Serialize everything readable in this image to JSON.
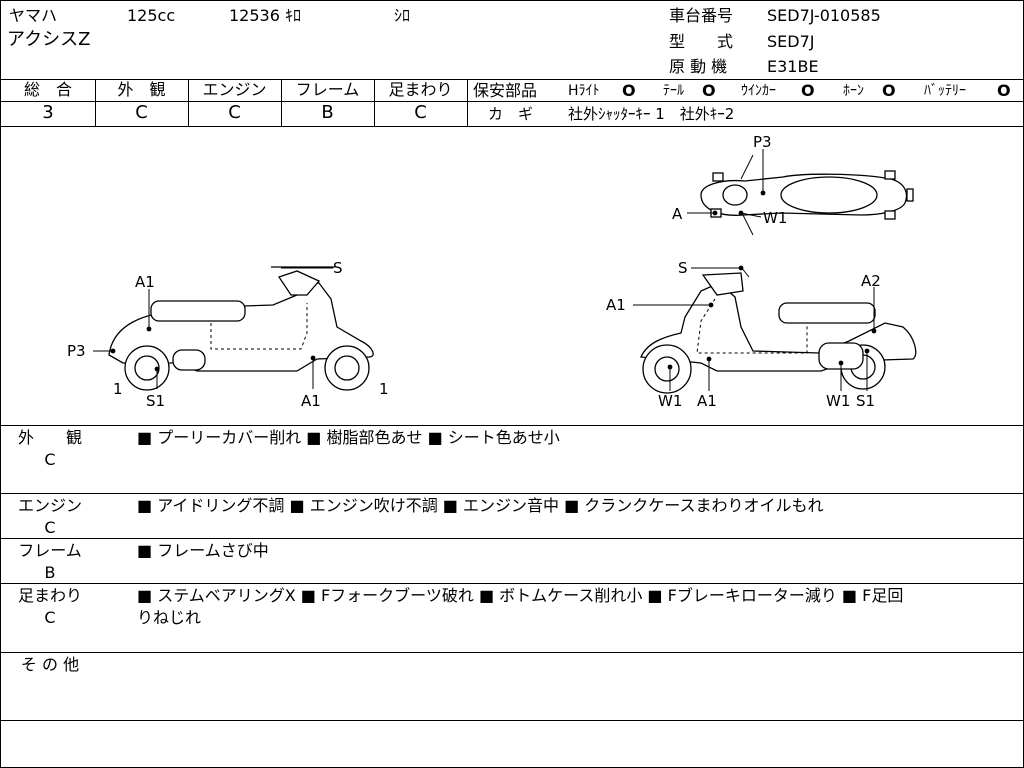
{
  "header": {
    "maker": "ヤマハ",
    "displacement": "125cc",
    "mileage": "12536 ｷﾛ",
    "color": "ｼﾛ",
    "model_name": "アクシスZ",
    "frame_label": "車台番号",
    "frame_value": "SED7J-010585",
    "type_label": "型　　式",
    "type_value": "SED7J",
    "engine_label": "原 動 機",
    "engine_value": "E31BE"
  },
  "grades": {
    "headers": [
      "総　合",
      "外　観",
      "エンジン",
      "フレーム",
      "足まわり"
    ],
    "values": [
      "3",
      "C",
      "C",
      "B",
      "C"
    ]
  },
  "safety": {
    "label": "保安部品",
    "items": [
      {
        "name": "Hﾗｲﾄ",
        "mark": "O"
      },
      {
        "name": "ﾃｰﾙ",
        "mark": "O"
      },
      {
        "name": "ｳｲﾝｶｰ",
        "mark": "O"
      },
      {
        "name": "ﾎｰﾝ",
        "mark": "O"
      },
      {
        "name": "ﾊﾞｯﾃﾘｰ",
        "mark": "O"
      }
    ],
    "key_label": "カ　ギ",
    "key_value": "社外ｼｬｯﾀｰｷｰ 1　社外ｷｰ2"
  },
  "diagram": {
    "left": [
      "A1",
      "S",
      "P3",
      "1",
      "S1",
      "A1",
      "1"
    ],
    "right": [
      "S",
      "A2",
      "A1",
      "W1",
      "A1",
      "W1",
      "S1"
    ],
    "top": [
      "P3",
      "A",
      "W1"
    ]
  },
  "sections": [
    {
      "title": "外　　観",
      "grade": "C",
      "text": "■ プーリーカバー削れ ■ 樹脂部色あせ ■ シート色あせ小"
    },
    {
      "title": "エンジン",
      "grade": "C",
      "text": "■ アイドリング不調 ■ エンジン吹け不調 ■ エンジン音中 ■ クランクケースまわりオイルもれ"
    },
    {
      "title": "フレーム",
      "grade": "B",
      "text": "■ フレームさび中"
    },
    {
      "title": "足まわり",
      "grade": "C",
      "text": "■ ステムベアリングX ■ Fフォークブーツ破れ ■ ボトムケース削れ小 ■ Fブレーキローター減り ■ F足回",
      "text2": "りねじれ"
    },
    {
      "title": "そ の 他",
      "grade": "",
      "text": ""
    }
  ]
}
